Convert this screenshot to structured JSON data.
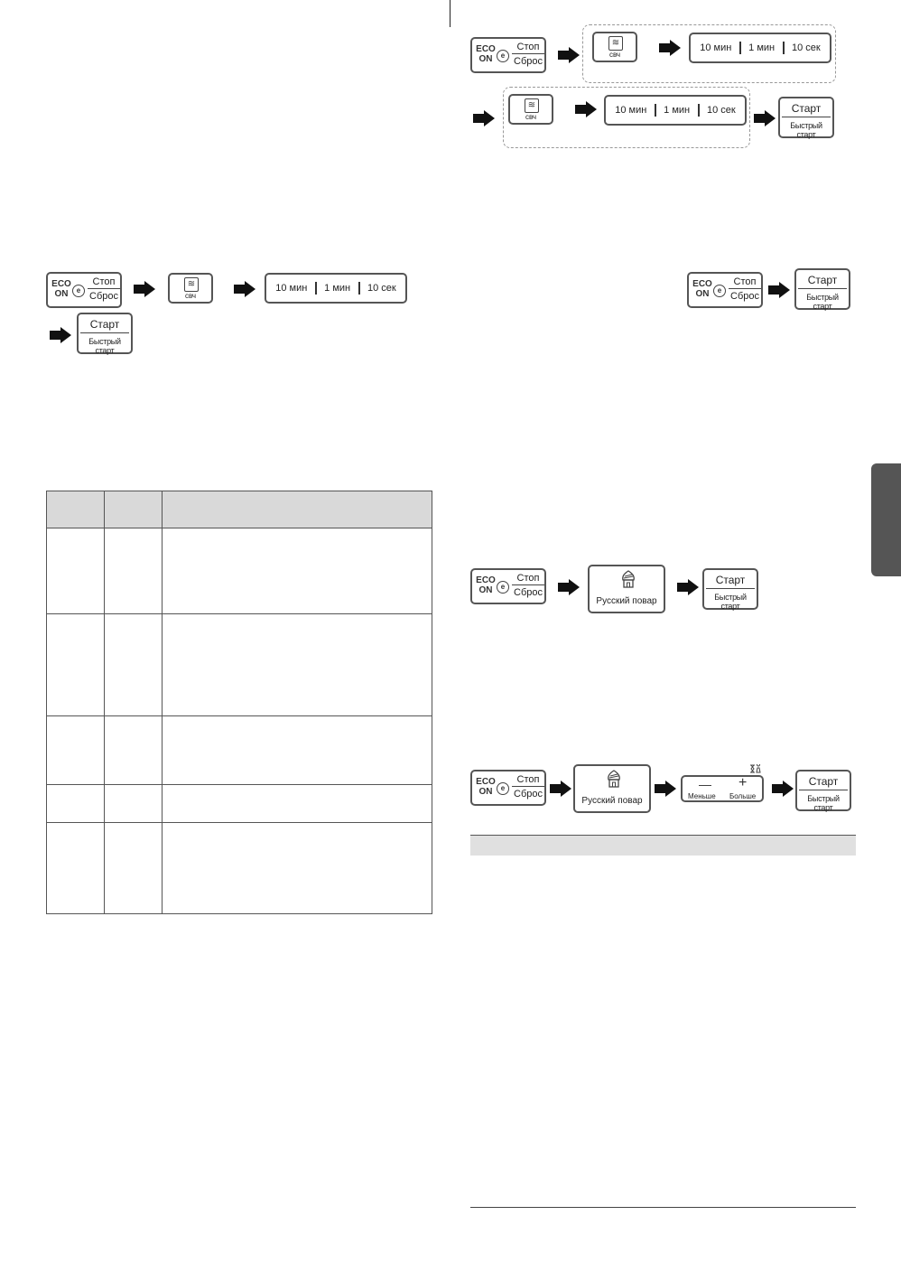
{
  "buttons": {
    "eco": "ECO\nON",
    "eco_symbol": "e",
    "stop": "Стоп",
    "reset": "Сброс",
    "start": "Старт",
    "quick_start": "Быстрый старт",
    "microwave": "свч",
    "time_10min": "10 мин",
    "time_1min": "1 мин",
    "time_10sec": "10 сек",
    "russian_chef": "Русский повар",
    "less_symbol": "—",
    "more_symbol": "+",
    "less": "Меньше",
    "more": "Больше"
  },
  "table": {
    "headers": [
      "",
      "",
      ""
    ],
    "rows": [
      [
        "",
        "",
        ""
      ],
      [
        "",
        "",
        ""
      ],
      [
        "",
        "",
        ""
      ],
      [
        "",
        "",
        ""
      ],
      [
        "",
        "",
        ""
      ]
    ]
  },
  "colors": {
    "border": "#555555",
    "header_bg": "#d9d9d9",
    "side_tab": "#555555"
  }
}
